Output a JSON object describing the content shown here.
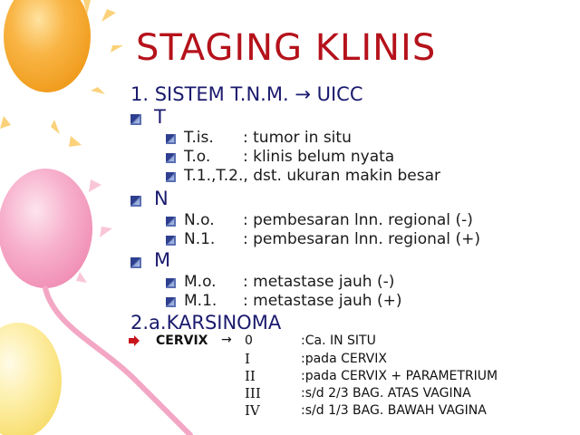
{
  "slide": {
    "title": "STAGING KLINIS",
    "section1": "1.  SISTEM T.N.M. → UICC",
    "groups": [
      {
        "head": "T",
        "items": [
          {
            "code": "T.is.",
            "desc": ": tumor in situ"
          },
          {
            "code": "T.o.",
            "desc": ": klinis belum nyata"
          },
          {
            "code": "T.1.,T.2., dst. ukuran makin besar",
            "desc": ""
          }
        ]
      },
      {
        "head": "N",
        "items": [
          {
            "code": "N.o.",
            "desc": ": pembesaran lnn. regional (-)"
          },
          {
            "code": "N.1.",
            "desc": ": pembesaran lnn. regional (+)"
          }
        ]
      },
      {
        "head": "M",
        "items": [
          {
            "code": "M.o.",
            "desc": ": metastase jauh (-)"
          },
          {
            "code": "M.1.",
            "desc": ": metastase jauh (+)"
          }
        ]
      }
    ],
    "section2": "2.a.KARSINOMA",
    "cervix_label": "CERVIX",
    "cervix_arrow": "→",
    "stages": [
      {
        "stage": "0",
        "desc": ":Ca. IN SITU"
      },
      {
        "stage": "I",
        "desc": ":pada CERVIX"
      },
      {
        "stage": "II",
        "desc": ":pada CERVIX + PARAMETRIUM"
      },
      {
        "stage": "III",
        "desc": ":s/d 2/3 BAG. ATAS VAGINA"
      },
      {
        "stage": "IV",
        "desc": ":s/d 1/3 BAG. BAWAH VAGINA"
      }
    ]
  },
  "colors": {
    "title": "#b5121b",
    "heading": "#1a1a6e",
    "balloon_orange": "#f5a623",
    "balloon_pink": "#f4a0c0",
    "balloon_yellow": "#fbe27a"
  }
}
